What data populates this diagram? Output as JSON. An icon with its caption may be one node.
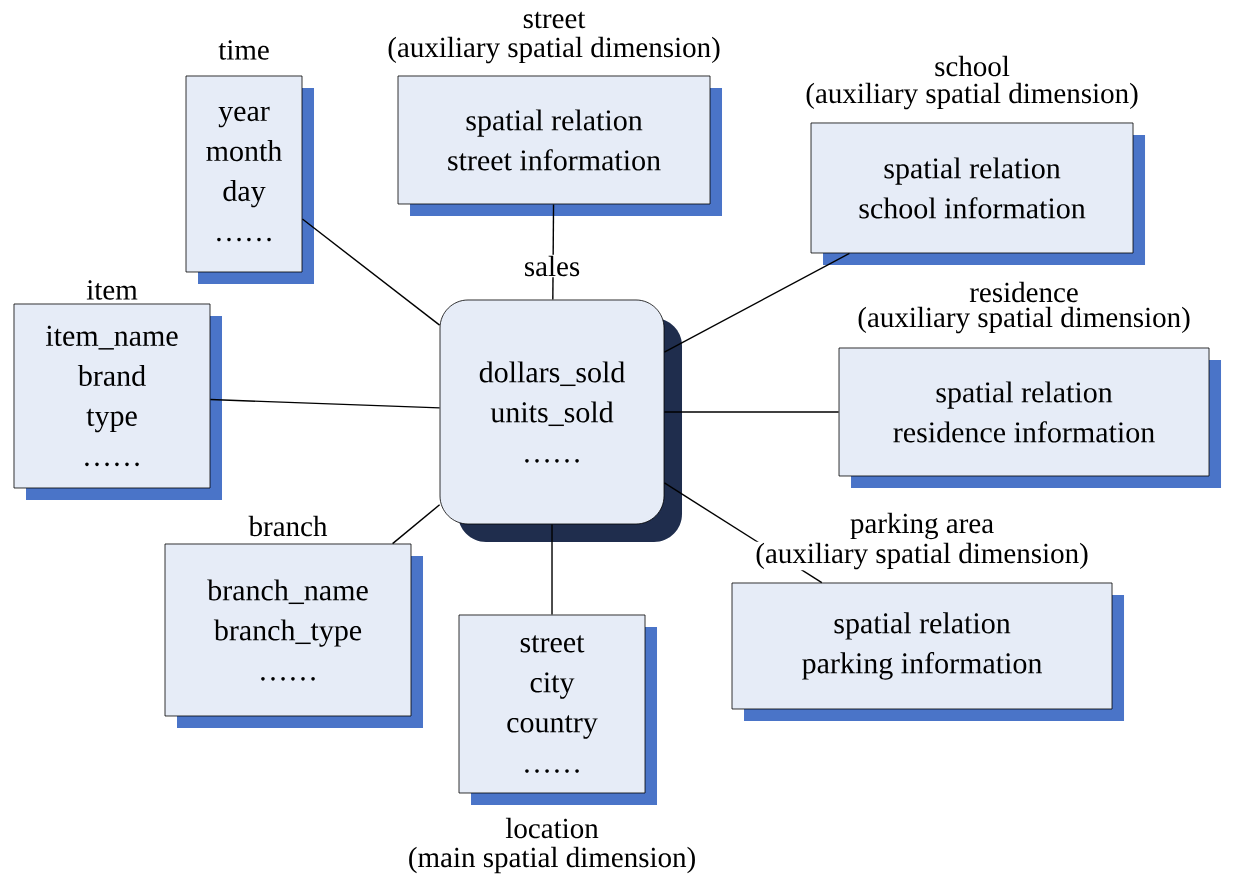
{
  "diagram": {
    "nodes": [
      {
        "text": [
          "time",
          "year",
          "month",
          "day",
          "……"
        ]
      },
      {
        "text": [
          "street",
          "(auxiliary spatial dimension)",
          "spatial relation",
          "street information"
        ]
      },
      {
        "text": [
          "school",
          "(auxiliary spatial dimension)",
          "spatial relation",
          "school information"
        ]
      },
      {
        "text": [
          "item",
          "item_name",
          "brand",
          "type",
          "……"
        ]
      },
      {
        "text": [
          "sales",
          "dollars_sold",
          "units_sold",
          "……"
        ]
      },
      {
        "text": [
          "residence",
          "(auxiliary spatial dimension)",
          "spatial relation",
          "residence information"
        ]
      },
      {
        "text": [
          "branch",
          "branch_name",
          "branch_type",
          "……"
        ]
      },
      {
        "text": [
          "parking area",
          "(auxiliary spatial dimension)",
          "spatial relation",
          "parking information"
        ]
      },
      {
        "text": [
          "street",
          "city",
          "country",
          "……",
          "location",
          "(main spatial dimension)"
        ]
      }
    ],
    "edges": [
      {
        "from": 4,
        "to": 0,
        "arrow": "none"
      },
      {
        "from": 4,
        "to": 1,
        "arrow": "none"
      },
      {
        "from": 4,
        "to": 2,
        "arrow": "none"
      },
      {
        "from": 4,
        "to": 3,
        "arrow": "none"
      },
      {
        "from": 4,
        "to": 5,
        "arrow": "none"
      },
      {
        "from": 4,
        "to": 6,
        "arrow": "none"
      },
      {
        "from": 4,
        "to": 7,
        "arrow": "none"
      },
      {
        "from": 4,
        "to": 8,
        "arrow": "none"
      }
    ]
  }
}
